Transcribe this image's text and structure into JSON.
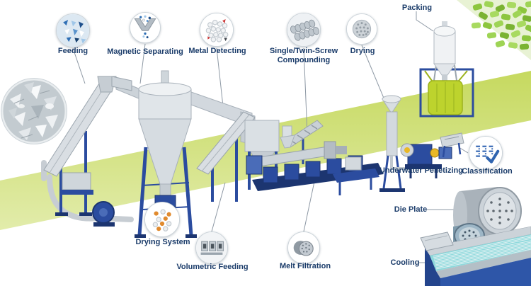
{
  "colors": {
    "band_green": "#c6d95f",
    "machine_blue": "#2b4c9f",
    "machine_blue_dark": "#1c3570",
    "steel": "#d6dce1",
    "bag_green": "#bdd32d",
    "water_teal": "#8ed9dc",
    "label_navy": "#1b3c6a",
    "pellet_green": "#8cc63e",
    "coupling_yellow": "#e9b826"
  },
  "callouts": [
    {
      "label": "Feeding",
      "icon": "plastic-flakes-icon"
    },
    {
      "label": "Magnetic Separating",
      "icon": "magnetic-chute-icon"
    },
    {
      "label": "Metal Detecting",
      "icon": "pellets-with-metal-icon"
    },
    {
      "label": "Single/Twin-Screw Compounding",
      "icon": "twin-screw-icon"
    },
    {
      "label": "Drying",
      "icon": "pellet-cluster-icon"
    },
    {
      "label": "Drying System",
      "icon": "pellets-hot-icon"
    },
    {
      "label": "Volumetric Feeding",
      "icon": "feeder-hoppers-icon"
    },
    {
      "label": "Melt Filtration",
      "icon": "filter-discs-icon"
    },
    {
      "label": "Classification",
      "icon": "sieve-check-icon"
    }
  ],
  "labels": {
    "packing": "Packing",
    "underwater_pelletizing": "Underwater Pelletizing",
    "die_plate": "Die Plate",
    "cooling": "Cooling"
  }
}
